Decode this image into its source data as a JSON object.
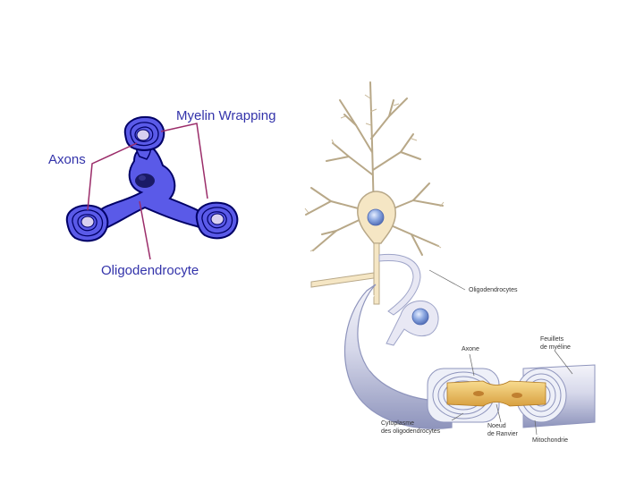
{
  "left_diagram": {
    "labels": {
      "myelin": "Myelin Wrapping",
      "axons": "Axons",
      "oligo": "Oligodendrocyte"
    },
    "colors": {
      "cell_fill": "#5a5ae8",
      "cell_stroke": "#000066",
      "axon_fill": "#d8d0f0",
      "leader": "#9b2d6a",
      "text": "#3333aa"
    }
  },
  "right_diagram": {
    "labels": {
      "oligodendrocytes": "Oligodendrocytes",
      "axone": "Axone",
      "feuillets_1": "Feuillets",
      "feuillets_2": "de myéline",
      "cytoplasme_1": "Cytoplasme",
      "cytoplasme_2": "des oligodendrocytes",
      "noeud_1": "Noeud",
      "noeud_2": "de Ranvier",
      "mitochondrie": "Mitochondrie"
    },
    "colors": {
      "neuron_fill": "#f5e6c4",
      "neuron_stroke": "#b8a888",
      "sheath_light": "#e8e8f4",
      "sheath_dark": "#9ea4c8",
      "axon_fill": "#f0c060",
      "nucleus": "#7a9ad8"
    }
  }
}
